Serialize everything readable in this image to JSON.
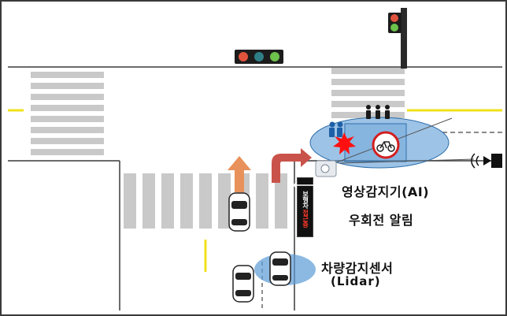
{
  "labels": {
    "camera": "영상감지기(AI)",
    "right_turn_alert": "우회전 알림",
    "vehicle_sensor": "차량감지센서",
    "lidar": "(Lidar)"
  },
  "pedestrian_sign": {
    "arrow": "🡐",
    "text": "보행자",
    "warning": "접근중"
  },
  "colors": {
    "road_line": "#2d2d2d",
    "crosswalk": "#c9c9c9",
    "center_line": "#f0e21b",
    "detection_zone": "#5b9bd5",
    "straight_arrow": "#e8915a",
    "right_turn_arrow": "#c9534a",
    "alert_star": "#ff1010",
    "signal_red": "#e0533d",
    "signal_teal": "#2f7f86",
    "signal_green": "#6cc24a"
  },
  "icons": [
    "traffic-light-icon",
    "pedestrian-icon",
    "bicycle-prohibited-icon",
    "cctv-camera-icon",
    "speaker-icon",
    "car-icon"
  ]
}
